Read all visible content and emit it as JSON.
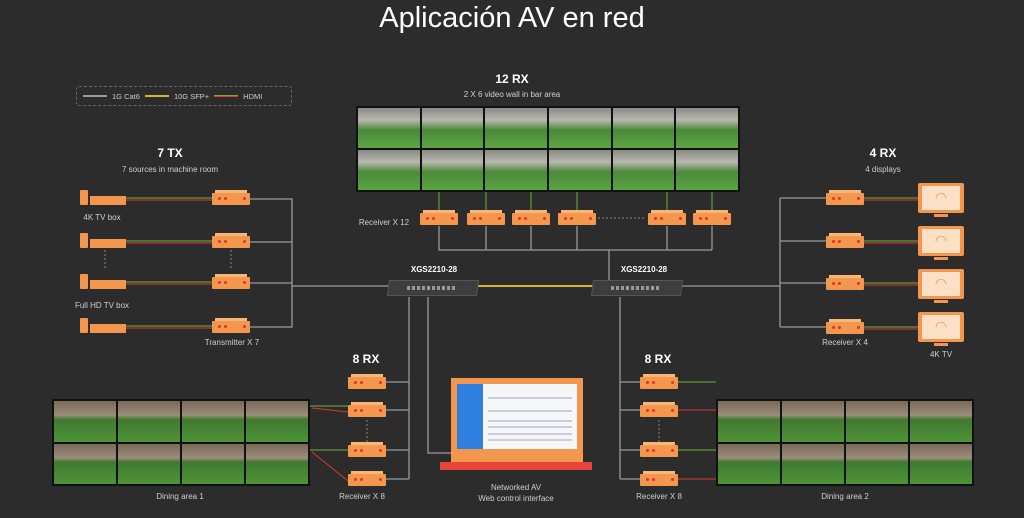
{
  "title": "Aplicación AV en red",
  "legend": [
    {
      "label": "1G Cat6",
      "color": "#9a9a9a"
    },
    {
      "label": "10G SFP+",
      "color": "#d9b23c"
    },
    {
      "label": "HDMI",
      "color": "#d73a2e"
    }
  ],
  "tx_group": {
    "heading": "7 TX",
    "subtitle": "7 sources in machine room",
    "source_4k": "4K TV box",
    "source_hd": "Full HD TV box",
    "transmitter_label": "Transmitter  X 7"
  },
  "video_wall": {
    "heading": "12 RX",
    "subtitle": "2 X 6 video wall in bar area",
    "receiver_label": "Receiver X 12"
  },
  "displays": {
    "heading": "4 RX",
    "subtitle": "4 displays",
    "receiver_label": "Receiver X 4",
    "display_label": "4K TV"
  },
  "switches": [
    {
      "label": "XGS2210-28"
    },
    {
      "label": "XGS2210-28"
    }
  ],
  "dining1": {
    "heading": "8 RX",
    "area_label": "Dining area 1",
    "receiver_label": "Receiver X 8"
  },
  "dining2": {
    "heading": "8 RX",
    "area_label": "Dining area 2",
    "receiver_label": "Receiver X 8"
  },
  "control": {
    "line1": "Networked AV",
    "line2": "Web control interface"
  },
  "colors": {
    "device": "#f3964e",
    "cat6": "#9a9a9a",
    "sfp": "#d9b23c",
    "hdmi_red": "#d73a2e",
    "hdmi_green": "#6fb03a"
  }
}
